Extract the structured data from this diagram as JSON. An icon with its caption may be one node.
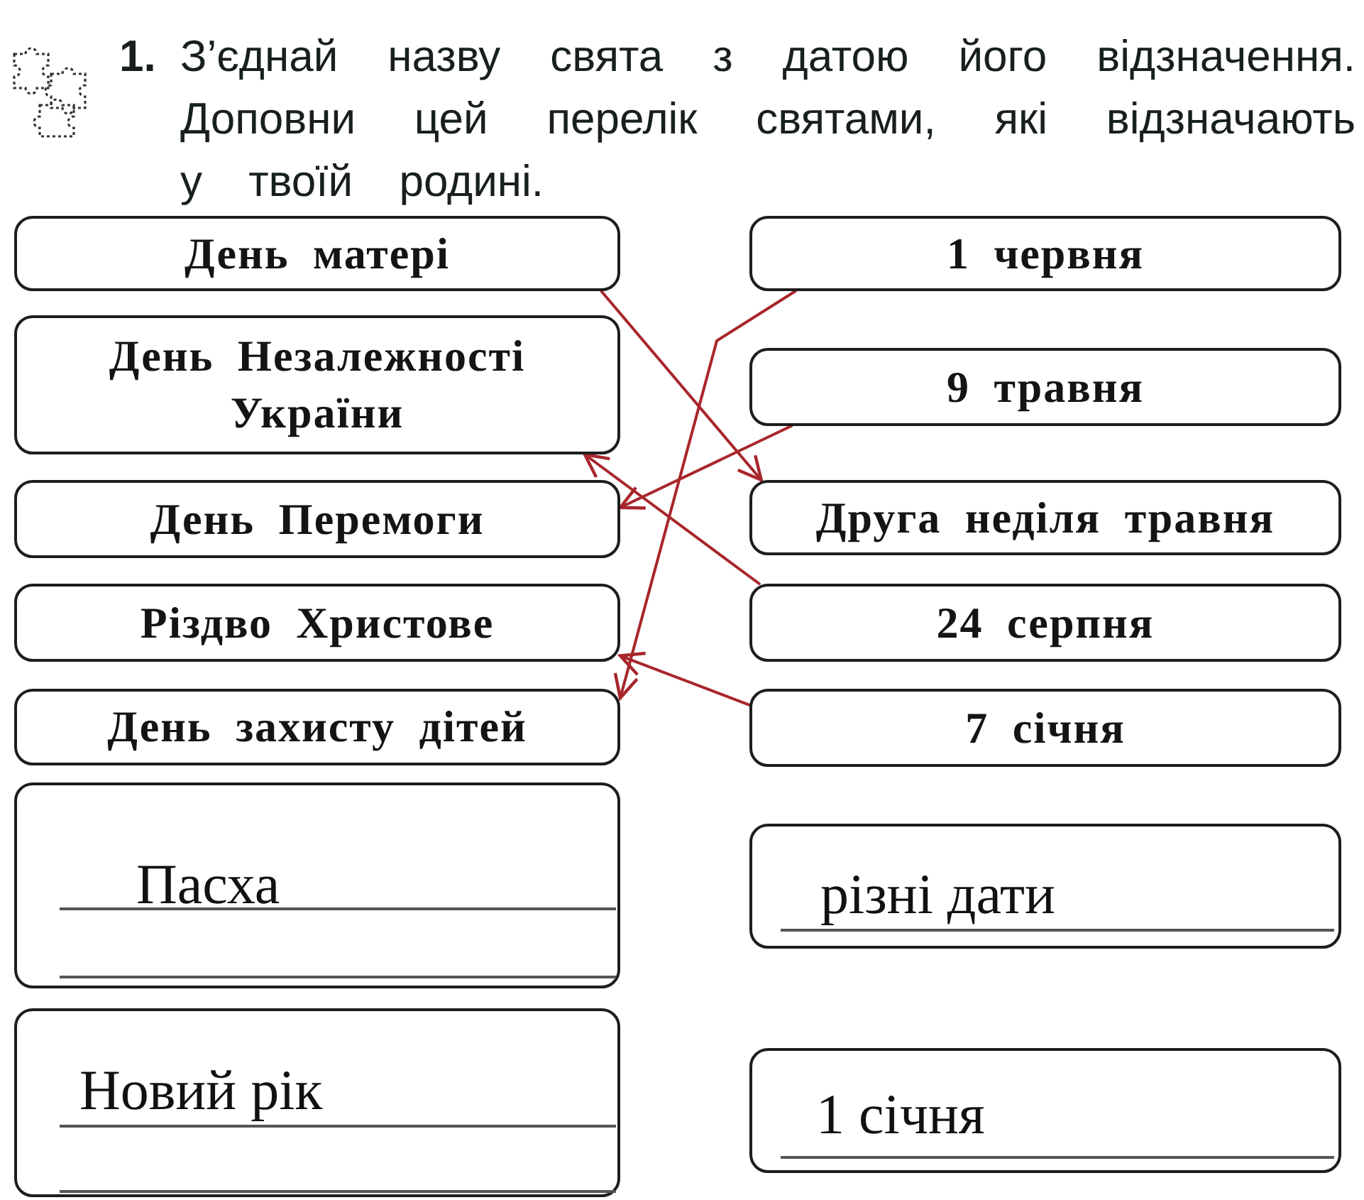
{
  "diagram": {
    "title": "З’єднай назву свята з датою його відзначення. Доповни цей перелік святами, які відзначають у твоїй родині.",
    "nodes": [
      {
        "text": [
          "День матері"
        ]
      },
      {
        "text": [
          "День Незалежності України"
        ]
      },
      {
        "text": [
          "День Перемоги"
        ]
      },
      {
        "text": [
          "Різдво Христове"
        ]
      },
      {
        "text": [
          "День захисту дітей"
        ]
      },
      {
        "text": [
          "Пасха"
        ]
      },
      {
        "text": [
          "Новий рік"
        ]
      },
      {
        "text": [
          "1 червня"
        ]
      },
      {
        "text": [
          "9 травня"
        ]
      },
      {
        "text": [
          "Друга неділя травня"
        ]
      },
      {
        "text": [
          "24 серпня"
        ]
      },
      {
        "text": [
          "7 січня"
        ]
      },
      {
        "text": [
          "різні дати"
        ]
      },
      {
        "text": [
          "1 січня"
        ]
      }
    ],
    "edges": [
      {
        "from": 0,
        "to": 9,
        "arrow": "to"
      },
      {
        "from": 8,
        "to": 2,
        "arrow": "to"
      },
      {
        "from": 10,
        "to": 1,
        "arrow": "to"
      },
      {
        "from": 11,
        "to": 3,
        "arrow": "to"
      },
      {
        "from": 7,
        "to": 4,
        "arrow": "to"
      }
    ],
    "labels": [
      "1."
    ]
  }
}
